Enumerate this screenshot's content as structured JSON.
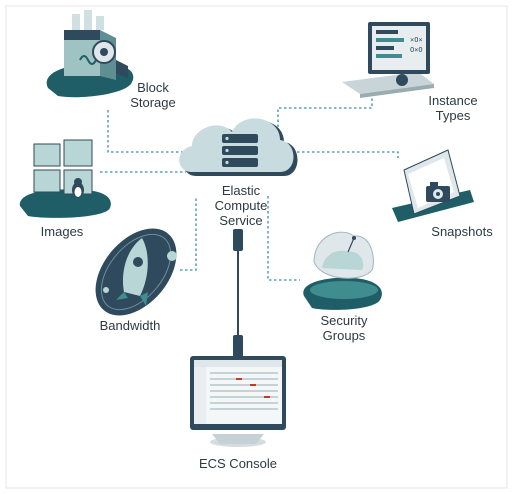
{
  "center": {
    "lines": [
      "Elastic",
      "Compute",
      "Service"
    ],
    "icon": "cloud-server-icon"
  },
  "nodes": {
    "block_storage": {
      "lines": [
        "Block",
        "Storage"
      ],
      "icon": "storage-machine-icon"
    },
    "instance_types": {
      "lines": [
        "Instance",
        "Types"
      ],
      "icon": "laptop-code-icon"
    },
    "images": {
      "lines": [
        "Images"
      ],
      "icon": "windows-linux-icon"
    },
    "snapshots": {
      "lines": [
        "Snapshots"
      ],
      "icon": "camera-photo-icon"
    },
    "bandwidth": {
      "lines": [
        "Bandwidth"
      ],
      "icon": "rocket-icon"
    },
    "security_groups": {
      "lines": [
        "Security",
        "Groups"
      ],
      "icon": "shield-globe-icon"
    },
    "ecs_console": {
      "lines": [
        "ECS Console"
      ],
      "icon": "monitor-console-icon"
    }
  },
  "colors": {
    "teal_dark": "#1f5e66",
    "teal": "#3f8d8f",
    "teal_light": "#b9d6d6",
    "navy": "#2f4a5c",
    "gray": "#dfe7ea",
    "connector": "#3a8fa3"
  }
}
